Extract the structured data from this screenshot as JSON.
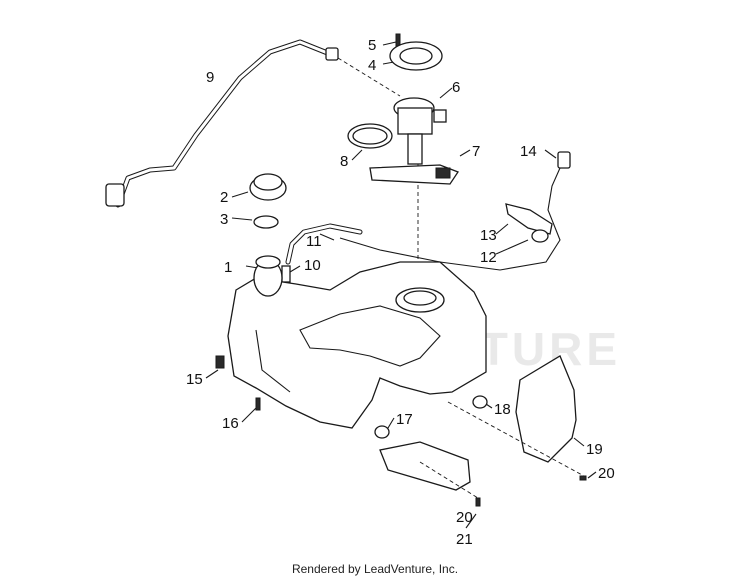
{
  "watermark": "LEADVENTURE",
  "footer": "Rendered by LeadVenture, Inc.",
  "callouts": [
    "1",
    "2",
    "3",
    "4",
    "5",
    "6",
    "7",
    "8",
    "9",
    "10",
    "11",
    "12",
    "13",
    "14",
    "15",
    "16",
    "17",
    "18",
    "19",
    "20",
    "20",
    "21"
  ]
}
